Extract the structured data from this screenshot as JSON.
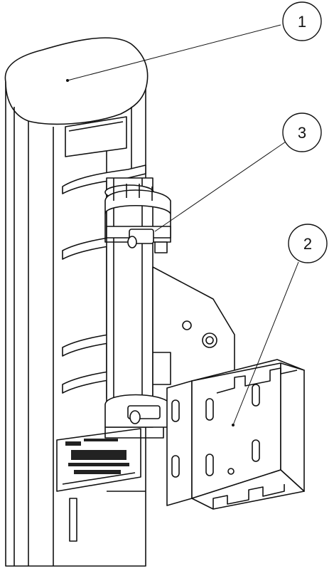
{
  "callouts": [
    {
      "id": "1",
      "label": "1"
    },
    {
      "id": "2",
      "label": "2"
    },
    {
      "id": "3",
      "label": "3"
    }
  ],
  "colors": {
    "line": "#111111",
    "fill": "#ffffff",
    "label_fill": "#222222"
  },
  "icons": [
    "antenna-housing",
    "mounting-bracket",
    "u-bolt-clamp"
  ]
}
